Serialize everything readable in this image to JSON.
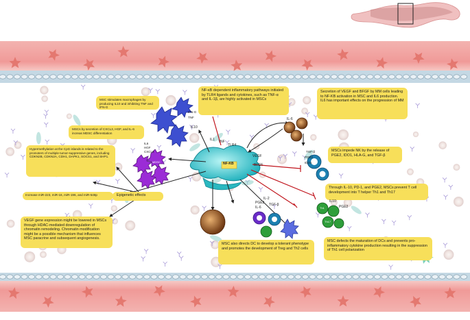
{
  "colors": {
    "vessel": "#f4a6a6",
    "vessel_dark": "#e88888",
    "star": "#e2736a",
    "endothelium": "#a8c0d0",
    "box": "#f7df5a",
    "arrow_inhibit": "#c0141c",
    "msc_cell": "#34c4cc",
    "macrophage": "#3d4fd0",
    "mdsc": "#9b2cd6",
    "myeloma": "#8a4a22",
    "nk": "#1c80b0",
    "th_cell": "#2e9e3a"
  },
  "icons": [
    "bone-icon",
    "star-cell-icon",
    "macrophage-icon",
    "mdsc-icon",
    "msc-icon",
    "myeloma-cell-icon",
    "nk-cell-icon",
    "dendritic-cell-icon",
    "t-cell-icon",
    "treg-cell-icon"
  ],
  "boxes": {
    "nfkb": "NF-κB dependent inflammatory pathways initiated by TLR4 ligands and cytokines, such as TNF-α and IL-1β, are highly activated in MSCs",
    "macrophage": "MSC stimulates macrophages by producing IL10 and inhibiting TNF and IFN-G",
    "mdsc": "MSCs by secretion of CXCL3, HGF, and IL-6 increas MDSC differentiation",
    "hypermethylation": "Hypermethylation at the CpG islands is related to the promoters of multiple tumor-suppressive genes, including CDKN2B, CDKN2A, CDH1, DAPK1, SOCS1, and SHP1.",
    "mirna": "Increase miR-223, miR-16, miR-196, and miR-548p",
    "epigenetic": "Epigenetic effects",
    "vegf_expression": "VEGF gene expression might be lowered in MSCs through HDAC-mediated downregulation of chromatin remodeling. Chromatin modification might be a possible mechanism that influences MSC paracrine and subsequent angiogenesis.",
    "vegf_bfgf": "Secretion of VEGF and BFGF by MM cells leading to NF-KB activation in MSC and IL6 production. IL6 has important  effects  on the progression of MM",
    "nk": "MSCs impede NK by the release of PGE2, IDO1, HLA-G, and TGF-β",
    "t_cell": "Through IL-10, PD-1, and PGE2, MSCs prevent T cell development into T helper Th1 and Th17",
    "dc_treg": "MSC also directs DC to develop a tolerant phenotype and promotes the development of Treg and Th2 cells",
    "dc_maturation": "MSC defects the maturation of DCs and prevents pro-inflammatory cytokine production resulting in the suppression of Th1 cell polarization"
  },
  "labels": {
    "nfkb": "NF-KB",
    "il1": "IL1",
    "tnf": "TNF",
    "tlr4": "TLR4",
    "vegf": "VEGF",
    "bfgf": "BFGF",
    "il6": "IL-6",
    "il10": "IL10",
    "ifng": "IFN-G",
    "tnf_mac": "TNF",
    "il6_mdsc": "IL6",
    "hgf": "HGF",
    "cxcl3": "CXCL3",
    "mdsc": "MDSC",
    "tgfb": "TGF-β",
    "pge2": "PGE2",
    "ido1": "IDO1",
    "pge2_dc": "PGE2",
    "il2": "IL-2",
    "il6_dc": "IL-6",
    "tgfb_dc": "TGF-β",
    "il10_t": "IL10",
    "pge2_t": "PGE2",
    "th1": "Th1",
    "th17": "Th17"
  }
}
